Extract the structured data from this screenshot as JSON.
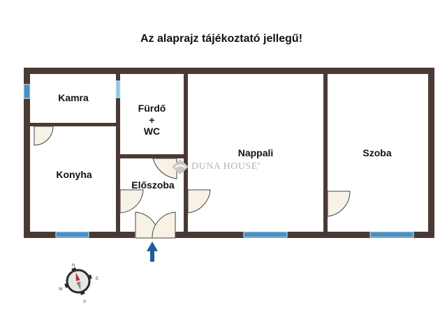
{
  "title": "Az alaprajz tájékoztató jellegű!",
  "rooms": {
    "kamra": "Kamra",
    "furdo_line1": "Fürdő",
    "furdo_line2": "+",
    "furdo_line3": "WC",
    "konyha": "Konyha",
    "eloszoba": "Előszoba",
    "nappali": "Nappali",
    "szoba": "Szoba"
  },
  "watermark": {
    "brand": "Duna House",
    "mark": "®"
  },
  "compass": {
    "n": "N",
    "e": "E",
    "s": "S",
    "w": "W"
  },
  "colors": {
    "wall": "#4a3a33",
    "window": "#4a8fc0",
    "door_fill": "#f7f1e6",
    "entrance_arrow": "#1f5d9a"
  }
}
